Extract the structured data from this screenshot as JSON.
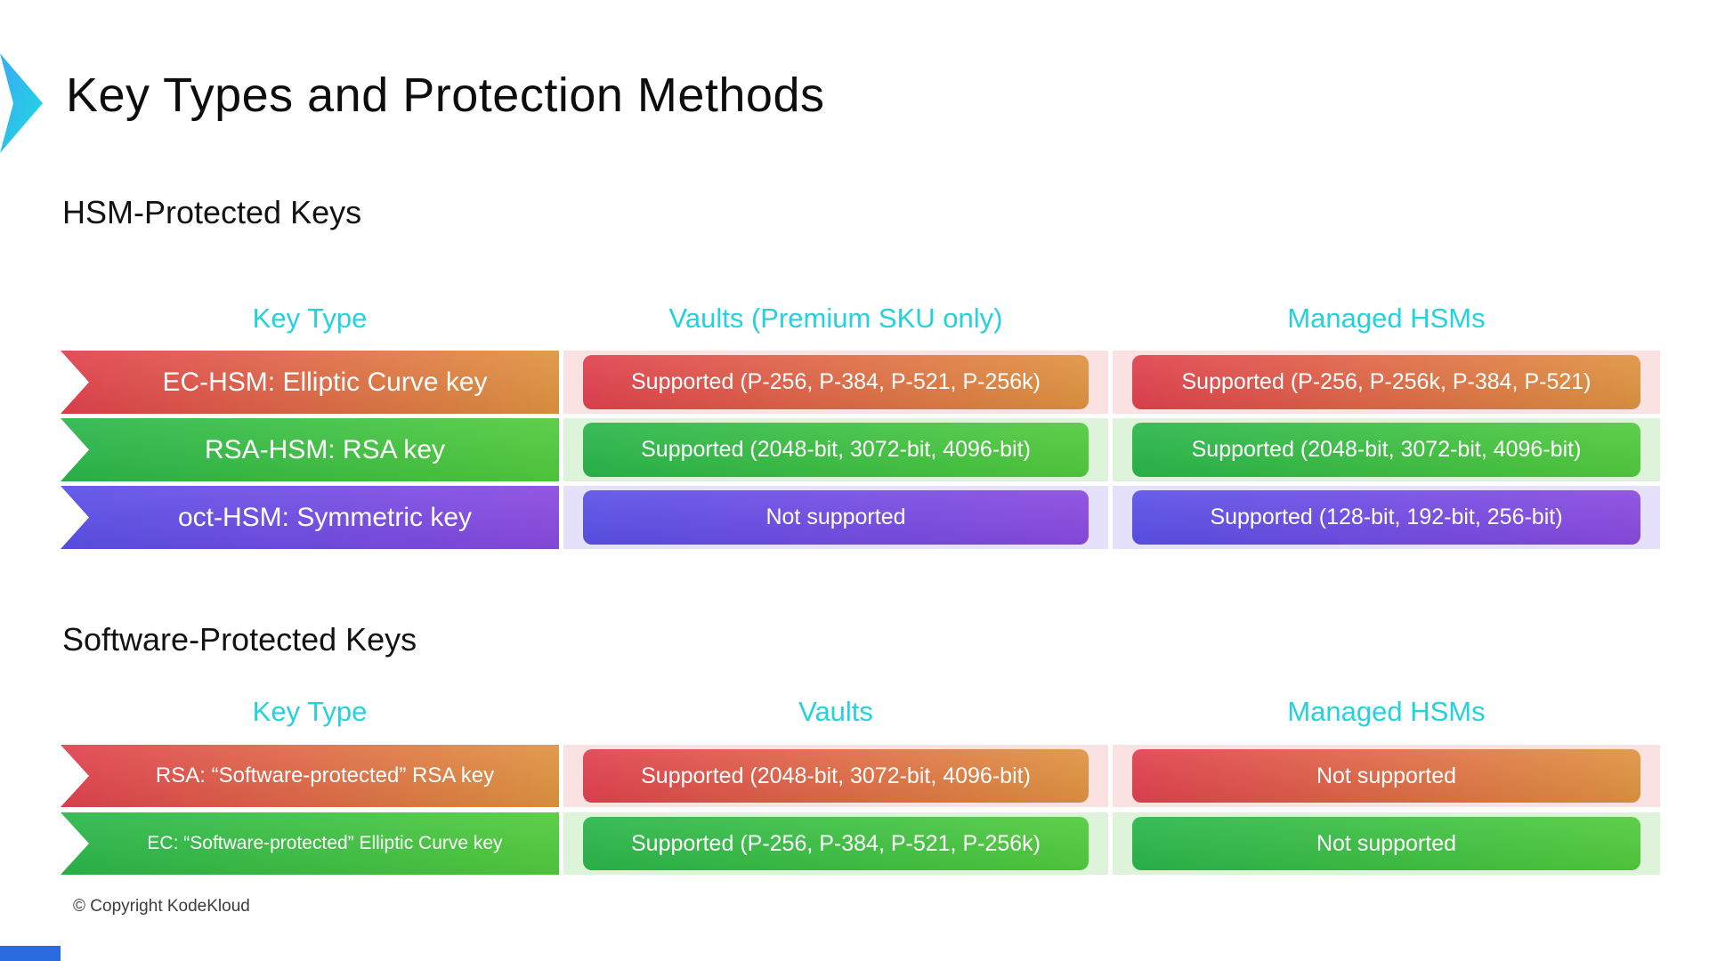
{
  "page": {
    "title": "Key Types and Protection Methods",
    "footer": "© Copyright KodeKloud"
  },
  "colors": {
    "header_accent": "#24d2de",
    "bottom_bar": "#2b6be0",
    "arrow_gradient": [
      "#3aa9f4",
      "#1fdbe0"
    ],
    "row_themes": {
      "orange": {
        "start": "#e0414e",
        "end": "#df9440",
        "tint": "#fbe2e2"
      },
      "green": {
        "start": "#2ab64b",
        "end": "#51cb3c",
        "tint": "#ddf3da"
      },
      "purple": {
        "start": "#5a50e8",
        "end": "#8a4ae0",
        "tint": "#e5e1fa"
      }
    }
  },
  "tables": [
    {
      "section_title": "HSM-Protected Keys",
      "headers": [
        "Key Type",
        "Vaults (Premium SKU only)",
        "Managed HSMs"
      ],
      "rows": [
        {
          "key_type": "EC-HSM: Elliptic Curve key",
          "vaults": "Supported (P-256, P-384, P-521, P-256k)",
          "managed_hsms": "Supported (P-256, P-256k, P-384, P-521)"
        },
        {
          "key_type": "RSA-HSM: RSA key",
          "vaults": "Supported (2048-bit, 3072-bit, 4096-bit)",
          "managed_hsms": "Supported (2048-bit, 3072-bit, 4096-bit)"
        },
        {
          "key_type": "oct-HSM: Symmetric key",
          "vaults": "Not supported",
          "managed_hsms": "Supported (128-bit, 192-bit, 256-bit)"
        }
      ]
    },
    {
      "section_title": "Software-Protected Keys",
      "headers": [
        "Key Type",
        "Vaults",
        "Managed HSMs"
      ],
      "rows": [
        {
          "key_type": "RSA: “Software-protected” RSA key",
          "vaults": "Supported (2048-bit, 3072-bit, 4096-bit)",
          "managed_hsms": "Not supported"
        },
        {
          "key_type": "EC: “Software-protected” Elliptic Curve key",
          "vaults": "Supported (P-256, P-384, P-521, P-256k)",
          "managed_hsms": "Not supported"
        }
      ]
    }
  ]
}
